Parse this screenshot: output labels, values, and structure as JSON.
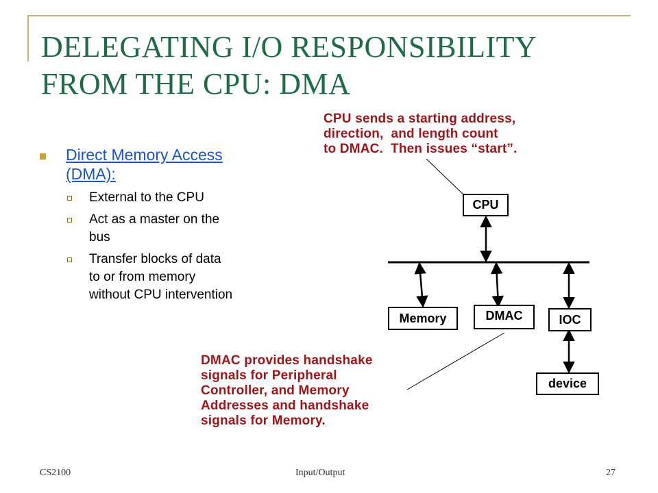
{
  "slide": {
    "title_line1": "DELEGATING I/O RESPONSIBILITY",
    "title_line2": "FROM THE CPU: DMA",
    "bullet_main_line1": "Direct Memory Access",
    "bullet_main_line2": "(DMA):",
    "subbullets": [
      [
        "External to the CPU"
      ],
      [
        "Act as a master on the",
        "bus"
      ],
      [
        "Transfer blocks of data",
        "to or from memory",
        "without CPU intervention"
      ]
    ],
    "annotation_cpu": "CPU sends a starting address,\ndirection,  and length count\nto DMAC.  Then issues “start”.",
    "annotation_dmac": "DMAC provides handshake\nsignals for Peripheral\nController, and Memory\nAddresses and handshake\nsignals for Memory.",
    "boxes": {
      "cpu": "CPU",
      "memory": "Memory",
      "dmac": "DMAC",
      "ioc": "IOC",
      "device": "device"
    },
    "colors": {
      "title": "#1e6b45",
      "annotation": "#a0151a",
      "link": "#1a55c8",
      "accent": "#c9b27a"
    }
  },
  "footer": {
    "course": "CS2100",
    "topic": "Input/Output",
    "page": "27"
  }
}
